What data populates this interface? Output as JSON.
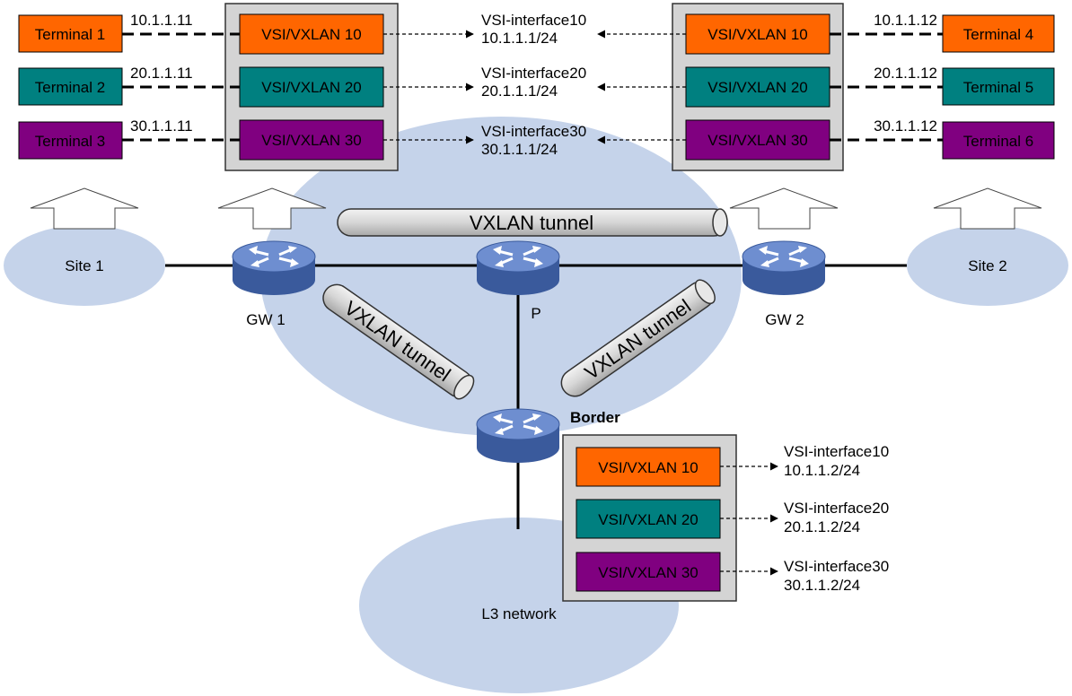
{
  "colors": {
    "orange": "#ff6600",
    "teal": "#008080",
    "purple": "#800080",
    "cloud": "#c5d3ea",
    "panel": "#d4d4d4",
    "tunnel": "#d8d8d8",
    "device": "#4f72b8"
  },
  "terminals": {
    "t1": "Terminal 1",
    "t2": "Terminal 2",
    "t3": "Terminal 3",
    "t4": "Terminal 4",
    "t5": "Terminal 5",
    "t6": "Terminal 6"
  },
  "ips": {
    "t1": "10.1.1.11",
    "t2": "20.1.1.11",
    "t3": "30.1.1.11",
    "t4": "10.1.1.12",
    "t5": "20.1.1.12",
    "t6": "30.1.1.12"
  },
  "vsi": {
    "v10": "VSI/VXLAN 10",
    "v20": "VSI/VXLAN 20",
    "v30": "VSI/VXLAN 30"
  },
  "gw_interfaces": {
    "i10_name": "VSI-interface10",
    "i10_addr": "10.1.1.1/24",
    "i20_name": "VSI-interface20",
    "i20_addr": "20.1.1.1/24",
    "i30_name": "VSI-interface30",
    "i30_addr": "30.1.1.1/24"
  },
  "border_interfaces": {
    "i10_name": "VSI-interface10",
    "i10_addr": "10.1.1.2/24",
    "i20_name": "VSI-interface20",
    "i20_addr": "20.1.1.2/24",
    "i30_name": "VSI-interface30",
    "i30_addr": "30.1.1.2/24"
  },
  "sites": {
    "site1": "Site 1",
    "site2": "Site 2"
  },
  "devices": {
    "gw1": "GW 1",
    "gw2": "GW 2",
    "p": "P",
    "border": "Border"
  },
  "tunnels": {
    "top": "VXLAN tunnel",
    "left": "VXLAN tunnel",
    "right": "VXLAN tunnel"
  },
  "network": {
    "l3": "L3 network"
  }
}
